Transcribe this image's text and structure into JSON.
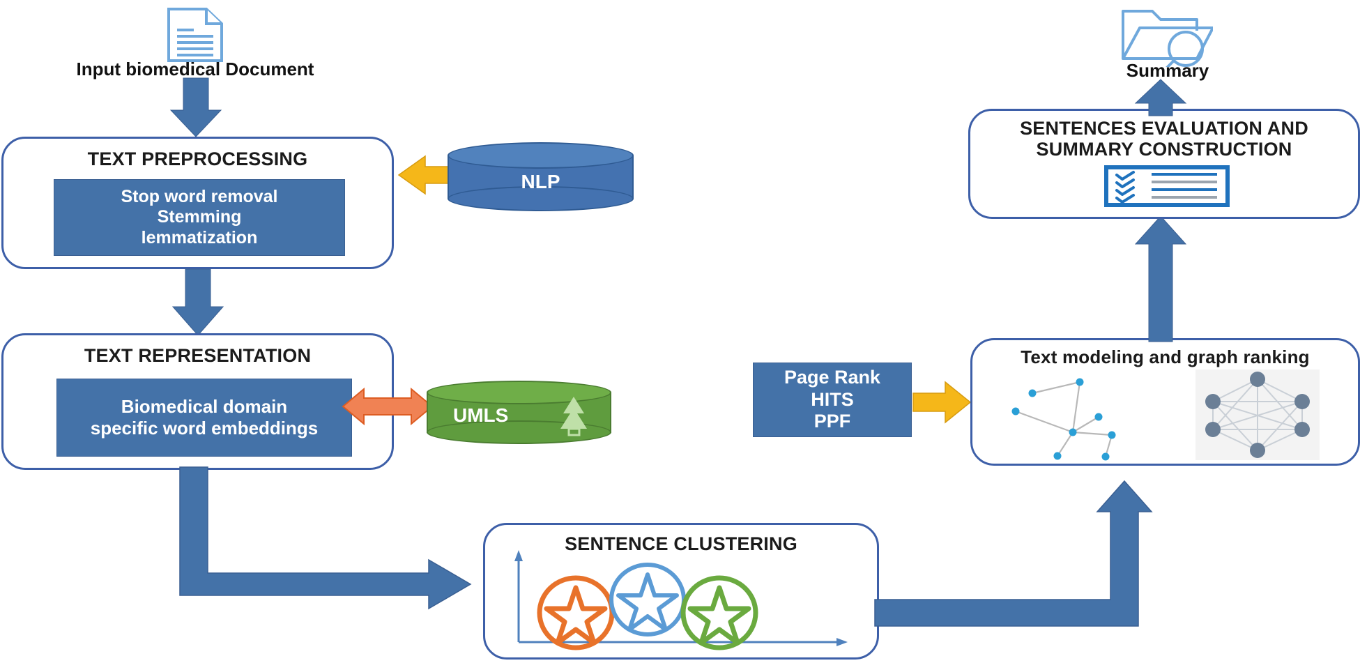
{
  "diagram": {
    "title": "Biomedical document summarization pipeline",
    "colors": {
      "process_border": "#3d5fa8",
      "fill_blue": "#4472a8",
      "arrow_blue": "#4472a8",
      "arrow_yellow": "#f5b719",
      "arrow_orange": "#f08254",
      "cylinder_blue": "#4472b0",
      "cylinder_green": "#5f9c3e",
      "text_dark": "#111111",
      "icon_blue": "#6fa8dc",
      "cluster_orange": "#e8722a",
      "cluster_blue": "#5b9bd5",
      "cluster_green": "#6aaa3f"
    }
  },
  "nodes": {
    "input_document": {
      "label": "Input biomedical Document",
      "icon": "document-icon"
    },
    "text_preprocessing": {
      "title": "TEXT PREPROCESSING",
      "inner_lines": [
        "Stop word removal",
        "Stemming",
        "lemmatization"
      ],
      "inner_text": "Stop word removal\nStemming\nlemmatization"
    },
    "nlp_store": {
      "label": "NLP",
      "shape": "cylinder"
    },
    "text_representation": {
      "title": "TEXT REPRESENTATION",
      "inner_lines": [
        "Biomedical domain",
        "specific word embeddings"
      ],
      "inner_text": "Biomedical domain\nspecific word embeddings"
    },
    "umls_store": {
      "label": "UMLS",
      "shape": "cylinder",
      "icon": "tree-icon"
    },
    "sentence_clustering": {
      "title": "SENTENCE CLUSTERING",
      "icon": "scatter-star-clusters-icon",
      "clusters": [
        "orange",
        "blue",
        "green"
      ]
    },
    "algorithms": {
      "lines": [
        "Page Rank",
        "HITS",
        "PPF"
      ],
      "text": "Page Rank\nHITS\nPPF"
    },
    "text_modeling": {
      "title": "Text modeling and graph ranking",
      "icons": [
        "node-link-graph-icon",
        "complete-graph-icon"
      ]
    },
    "sentences_evaluation": {
      "title_lines": [
        "SENTENCES EVALUATION AND",
        "SUMMARY CONSTRUCTION"
      ],
      "title": "SENTENCES EVALUATION AND SUMMARY CONSTRUCTION",
      "icon": "checklist-icon"
    },
    "summary_output": {
      "label": "Summary",
      "icon": "folder-search-icon"
    }
  },
  "edges": [
    {
      "name": "document-to-preprocessing",
      "from": "input_document",
      "to": "text_preprocessing",
      "color": "#4472a8",
      "direction": "down"
    },
    {
      "name": "nlp-to-preprocessing",
      "from": "nlp_store",
      "to": "text_preprocessing",
      "color": "#f5b719",
      "direction": "left"
    },
    {
      "name": "preprocessing-to-representation",
      "from": "text_preprocessing",
      "to": "text_representation",
      "color": "#4472a8",
      "direction": "down"
    },
    {
      "name": "representation-to-umls",
      "from": "text_representation",
      "to": "umls_store",
      "color": "#f08254",
      "direction": "both"
    },
    {
      "name": "representation-to-clustering",
      "from": "text_representation",
      "to": "sentence_clustering",
      "color": "#4472a8",
      "direction": "elbow-right"
    },
    {
      "name": "clustering-to-modeling",
      "from": "sentence_clustering",
      "to": "text_modeling",
      "color": "#4472a8",
      "direction": "elbow-up"
    },
    {
      "name": "algorithms-to-modeling",
      "from": "algorithms",
      "to": "text_modeling",
      "color": "#f5b719",
      "direction": "right"
    },
    {
      "name": "modeling-to-evaluation",
      "from": "text_modeling",
      "to": "sentences_evaluation",
      "color": "#4472a8",
      "direction": "up"
    },
    {
      "name": "evaluation-to-summary",
      "from": "sentences_evaluation",
      "to": "summary_output",
      "color": "#4472a8",
      "direction": "up"
    }
  ]
}
